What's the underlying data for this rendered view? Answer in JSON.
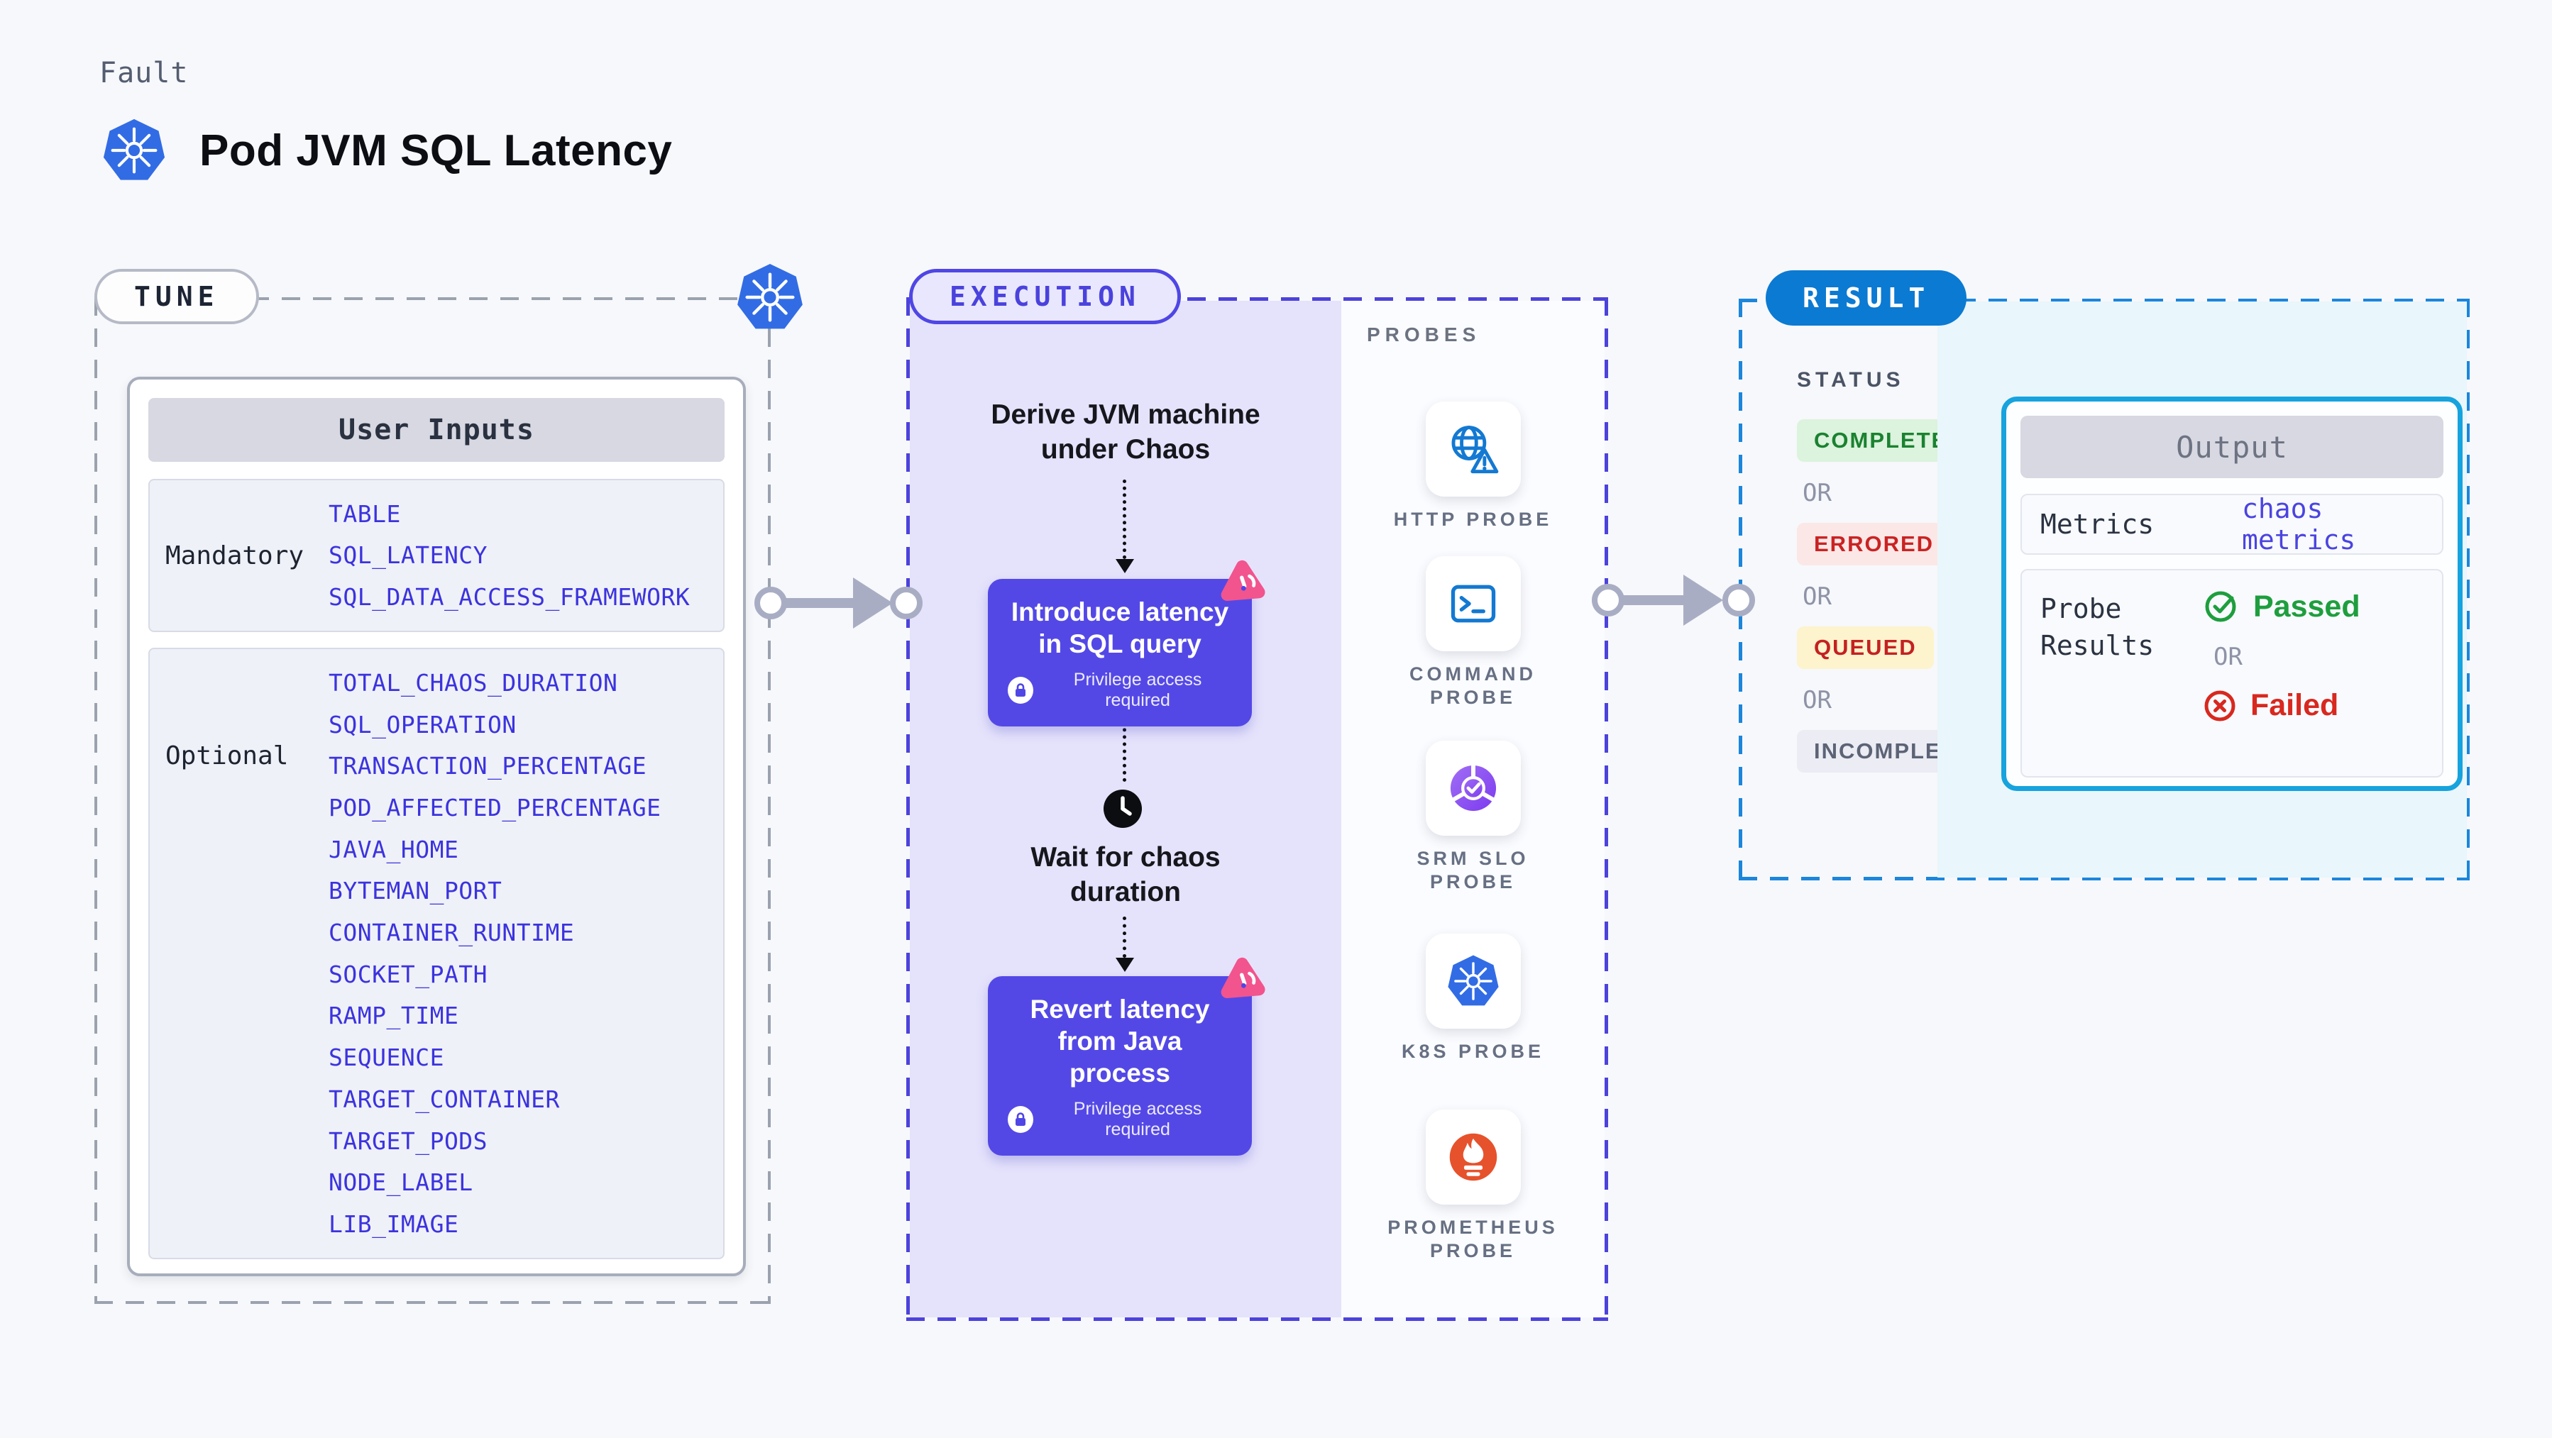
{
  "page": {
    "kicker": "Fault",
    "title": "Pod JVM SQL Latency"
  },
  "tune": {
    "badge": "TUNE",
    "table": {
      "header": "User Inputs",
      "mandatory_label": "Mandatory",
      "mandatory_params": [
        "TABLE",
        "SQL_LATENCY",
        "SQL_DATA_ACCESS_FRAMEWORK"
      ],
      "optional_label": "Optional",
      "optional_params": [
        "TOTAL_CHAOS_DURATION",
        "SQL_OPERATION",
        "TRANSACTION_PERCENTAGE",
        "POD_AFFECTED_PERCENTAGE",
        "JAVA_HOME",
        "BYTEMAN_PORT",
        "CONTAINER_RUNTIME",
        "SOCKET_PATH",
        "RAMP_TIME",
        "SEQUENCE",
        "TARGET_CONTAINER",
        "TARGET_PODS",
        "NODE_LABEL",
        "LIB_IMAGE"
      ]
    }
  },
  "execution": {
    "badge": "EXECUTION",
    "step_derive": "Derive JVM machine under Chaos",
    "step_inject": {
      "title": "Introduce latency in SQL query",
      "note": "Privilege access required"
    },
    "step_wait": "Wait for chaos duration",
    "step_revert": {
      "title": "Revert latency from Java process",
      "note": "Privilege access required"
    }
  },
  "probes": {
    "label": "PROBES",
    "items": [
      {
        "icon": "http-probe-icon",
        "label": "HTTP PROBE"
      },
      {
        "icon": "command-probe-icon",
        "label": "COMMAND PROBE"
      },
      {
        "icon": "srm-slo-probe-icon",
        "label": "SRM SLO PROBE"
      },
      {
        "icon": "k8s-probe-icon",
        "label": "K8S PROBE"
      },
      {
        "icon": "prometheus-probe-icon",
        "label": "PROMETHEUS PROBE"
      }
    ]
  },
  "result": {
    "badge": "RESULT",
    "status_label": "STATUS",
    "or_label": "OR",
    "statuses": [
      {
        "label": "COMPLETED",
        "bg": "#dcf3dd",
        "color": "#1a8230"
      },
      {
        "label": "ERRORED",
        "bg": "#fce7e7",
        "color": "#c92323"
      },
      {
        "label": "QUEUED",
        "bg": "#fdf3cd",
        "color": "#c42121"
      },
      {
        "label": "INCOMPLETED",
        "bg": "#ebecf4",
        "color": "#5c6375"
      }
    ],
    "output": {
      "header": "Output",
      "metrics_label": "Metrics",
      "metrics_value": "chaos metrics",
      "probe_results_label": "Probe Results",
      "passed_label": "Passed",
      "failed_label": "Failed"
    }
  },
  "colors": {
    "accent_indigo": "#4f46e5",
    "step_box": "#5348e6",
    "lavender": "#e5e3fb",
    "result_blue": "#0b7ad2",
    "cyan_panel": "#e9f6fc",
    "output_border": "#16a3de",
    "param_blue": "#3b33de",
    "kubernetes_blue": "#326ce5",
    "prometheus_orange": "#e6522c",
    "litmus_pink": "#f2548e",
    "arrow_gray": "#a9adc4"
  }
}
